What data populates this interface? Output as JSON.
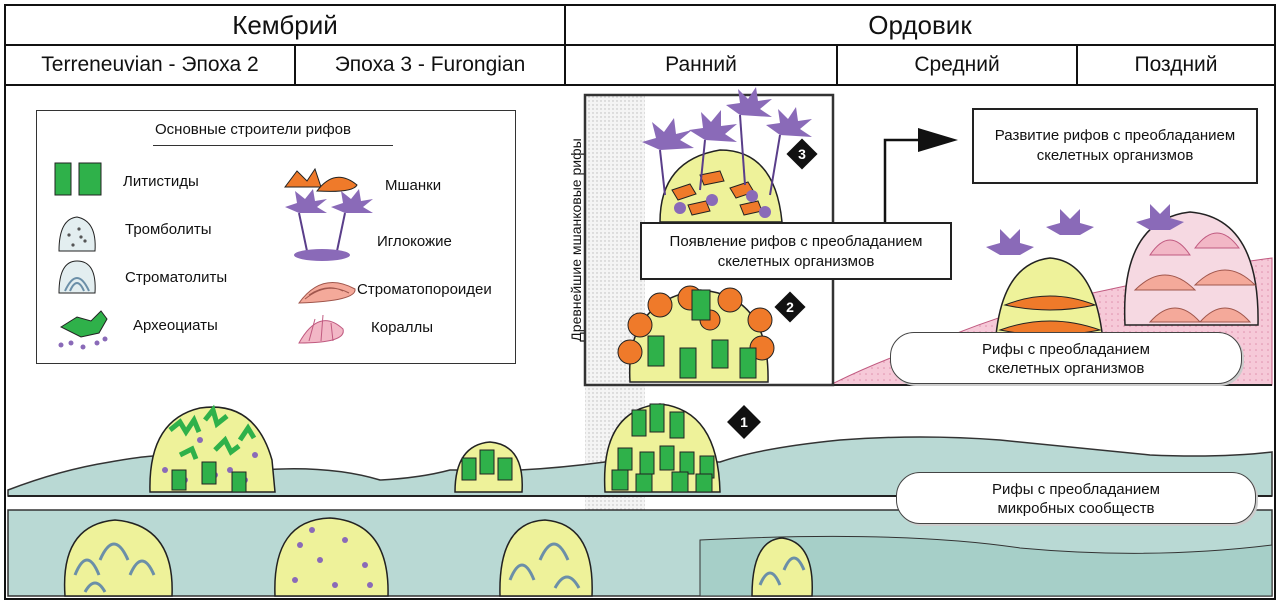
{
  "header": {
    "cambrian": "Кембрий",
    "ordovician": "Ордовик",
    "cambrian_early": "Terreneuvian - Эпоха 2",
    "cambrian_late": "Эпоха 3 - Furongian",
    "ord_early": "Ранний",
    "ord_middle": "Средний",
    "ord_late": "Поздний"
  },
  "legend": {
    "title": "Основные строители рифов",
    "items": {
      "lithistids": "Литистиды",
      "thrombolites": "Тромболиты",
      "stromatolites": "Строматолиты",
      "archaeocyaths": "Археоциаты",
      "bryozoans": "Мшанки",
      "echinoderms": "Иглокожие",
      "stromatoporoids": "Строматопороидеи",
      "corals": "Кораллы"
    }
  },
  "labels": {
    "oldest_bryozoan_reefs": "Древнейшие мшанковые рифы",
    "emergence_line1": "Появление рифов с преобладанием",
    "emergence_line2": "скелетных организмов",
    "development_line1": "Развитие рифов с преобладанием",
    "development_line2": "скелетных организмов",
    "skeletal_line1": "Рифы с преобладанием",
    "skeletal_line2": "скелетных организмов",
    "microbial_line1": "Рифы с преобладанием",
    "microbial_line2": "микробных сообществ"
  },
  "markers": [
    "1",
    "2",
    "3"
  ],
  "colors": {
    "sea_floor": "#b9d9d4",
    "sea_floor_dark": "#7fa8a2",
    "reef_body": "#eef29a",
    "lithistid_green": "#2fb14a",
    "bryozoan_orange": "#ef7a2a",
    "echinoderm_purple": "#8a6ab8",
    "coral_pink": "#f2b7c6",
    "stromatoporoid_salmon": "#f4a99a"
  }
}
